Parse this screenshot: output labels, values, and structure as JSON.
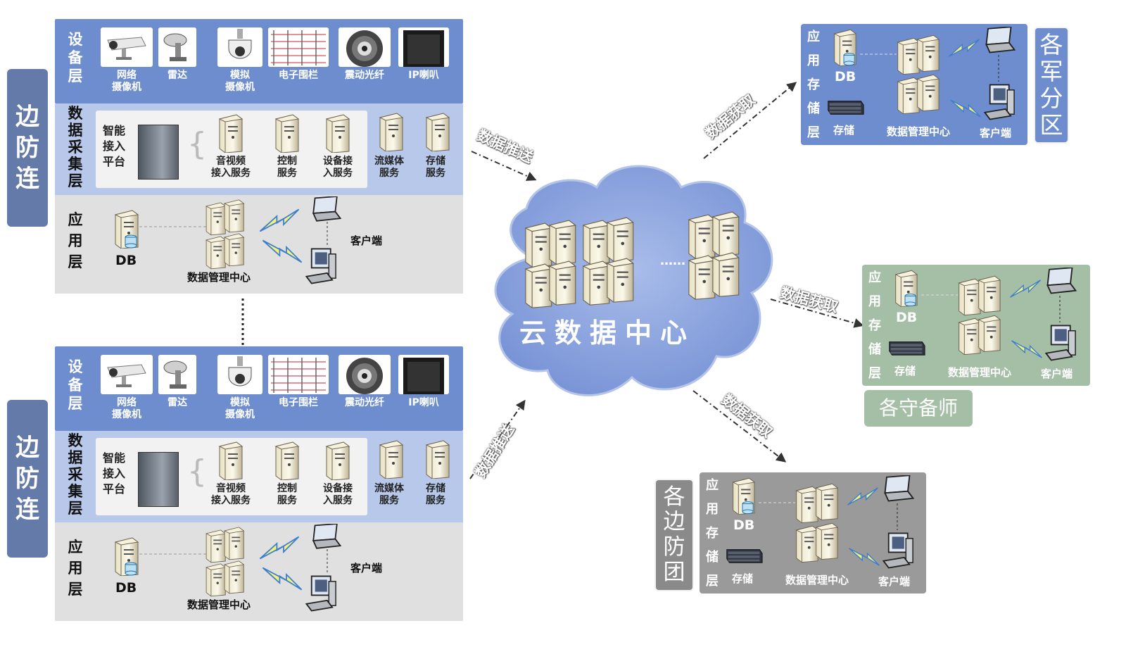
{
  "left_units": [
    {
      "title": [
        "边",
        "防",
        "连"
      ],
      "device_layer": {
        "label": [
          "设",
          "备",
          "层"
        ],
        "devices": [
          {
            "name": "网络",
            "name2": "摄像机",
            "icon": "camera-icon"
          },
          {
            "name": "雷达",
            "name2": "",
            "icon": "radar-icon"
          },
          {
            "name": "模拟",
            "name2": "摄像机",
            "icon": "dome-camera-icon"
          },
          {
            "name": "电子围栏",
            "name2": "",
            "icon": "fence-icon"
          },
          {
            "name": "震动光纤",
            "name2": "",
            "icon": "fiber-icon"
          },
          {
            "name": "IP喇叭",
            "name2": "",
            "icon": "speaker-icon"
          }
        ]
      },
      "collect_layer": {
        "label": [
          "数",
          "据",
          "采",
          "集",
          "层"
        ],
        "platform": [
          "智能",
          "接入",
          "平台"
        ],
        "services": [
          [
            "音视频",
            "接入服务"
          ],
          [
            "控制",
            "服务"
          ],
          [
            "设备接",
            "入服务"
          ],
          [
            "流媒体",
            "服务"
          ],
          [
            "存储",
            "服务"
          ]
        ]
      },
      "app_layer": {
        "label": [
          "应",
          "用",
          "层"
        ],
        "db": "DB",
        "center": "数据管理中心",
        "client": "客户端"
      }
    },
    {
      "title": [
        "边",
        "防",
        "连"
      ],
      "device_layer": {
        "label": [
          "设",
          "备",
          "层"
        ],
        "devices": [
          {
            "name": "网络",
            "name2": "摄像机",
            "icon": "camera-icon"
          },
          {
            "name": "雷达",
            "name2": "",
            "icon": "radar-icon"
          },
          {
            "name": "模拟",
            "name2": "摄像机",
            "icon": "dome-camera-icon"
          },
          {
            "name": "电子围栏",
            "name2": "",
            "icon": "fence-icon"
          },
          {
            "name": "震动光纤",
            "name2": "",
            "icon": "fiber-icon"
          },
          {
            "name": "IP喇叭",
            "name2": "",
            "icon": "speaker-icon"
          }
        ]
      },
      "collect_layer": {
        "label": [
          "数",
          "据",
          "采",
          "集",
          "层"
        ],
        "platform": [
          "智能",
          "接入",
          "平台"
        ],
        "services": [
          [
            "音视频",
            "接入服务"
          ],
          [
            "控制",
            "服务"
          ],
          [
            "设备接",
            "入服务"
          ],
          [
            "流媒体",
            "服务"
          ],
          [
            "存储",
            "服务"
          ]
        ]
      },
      "app_layer": {
        "label": [
          "应",
          "用",
          "层"
        ],
        "db": "DB",
        "center": "数据管理中心",
        "client": "客户端"
      }
    }
  ],
  "cloud": {
    "label": "云数据中心",
    "dots": "……"
  },
  "arrows": {
    "push": "数据推送",
    "get": "数据获取"
  },
  "right_units": [
    {
      "title": [
        "各",
        "军",
        "分",
        "区"
      ],
      "label": [
        "应",
        "用",
        "存",
        "储",
        "层"
      ],
      "db": "DB",
      "storage": "存储",
      "center": "数据管理中心",
      "client": "客户端",
      "bg": "#6d8dcf",
      "title_bg": "#6d8dcf"
    },
    {
      "title_h": "各守备师",
      "label": [
        "应",
        "用",
        "存",
        "储",
        "层"
      ],
      "db": "DB",
      "storage": "存储",
      "center": "数据管理中心",
      "client": "客户端",
      "bg": "#a5bfa7"
    },
    {
      "title": [
        "各",
        "边",
        "防",
        "团"
      ],
      "label": [
        "应",
        "用",
        "存",
        "储",
        "层"
      ],
      "db": "DB",
      "storage": "存储",
      "center": "数据管理中心",
      "client": "客户端",
      "bg": "#9a9a9a"
    }
  ],
  "colors": {
    "blue": "#6d8dcf",
    "lightblue": "#b7c8ea",
    "gray": "#e0e0e0",
    "title": "#647ba9",
    "cloud": "#8ea7de",
    "green": "#a5bfa7"
  }
}
